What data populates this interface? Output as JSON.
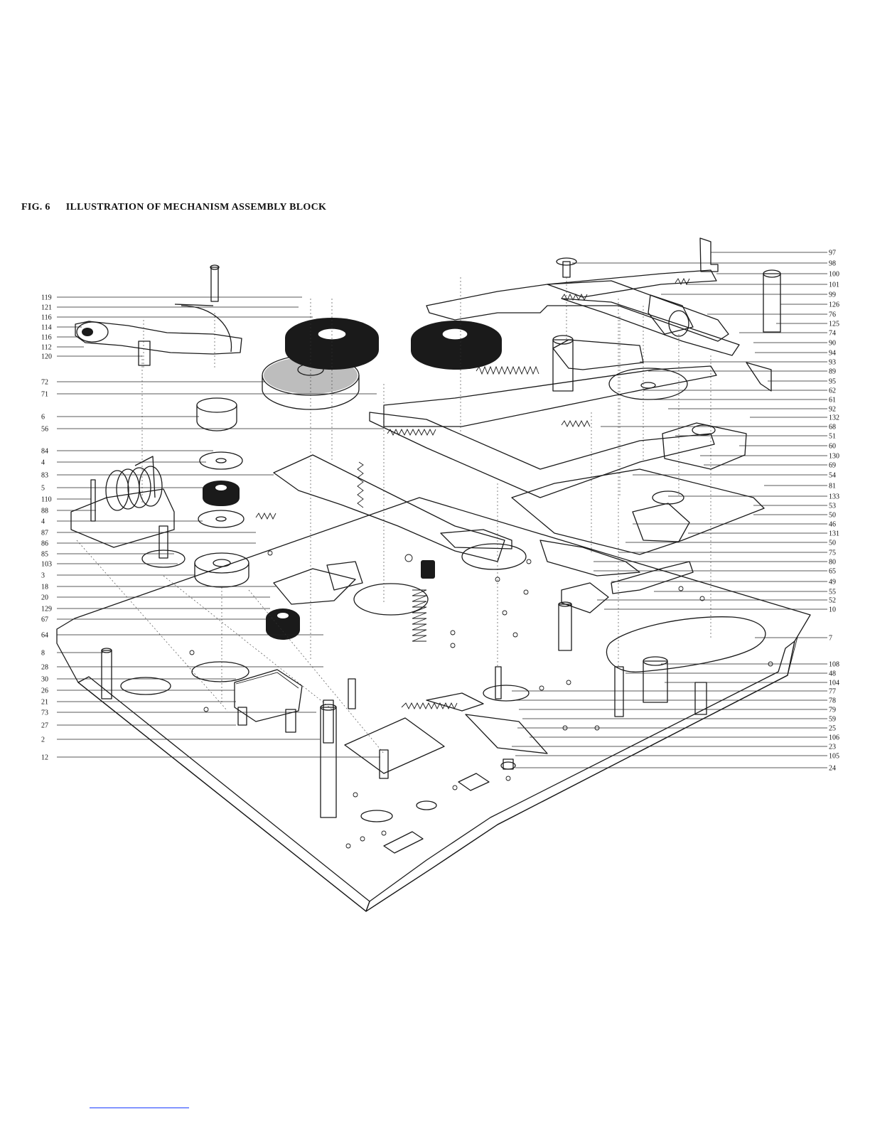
{
  "figure": {
    "number": "FIG. 6",
    "title": "ILLUSTRATION OF MECHANISM ASSEMBLY BLOCK"
  },
  "callouts_left": [
    "119",
    "121",
    "116",
    "114",
    "116",
    "112",
    "120",
    "72",
    "71",
    "6",
    "56",
    "84",
    "4",
    "83",
    "5",
    "110",
    "88",
    "4",
    "87",
    "86",
    "85",
    "103",
    "3",
    "18",
    "20",
    "129",
    "67",
    "64",
    "8",
    "28",
    "30",
    "26",
    "21",
    "73",
    "27",
    "2",
    "12"
  ],
  "callouts_right": [
    "97",
    "98",
    "100",
    "101",
    "99",
    "126",
    "76",
    "125",
    "74",
    "90",
    "94",
    "93",
    "89",
    "95",
    "62",
    "61",
    "92",
    "132",
    "68",
    "51",
    "60",
    "130",
    "69",
    "54",
    "81",
    "133",
    "53",
    "50",
    "46",
    "131",
    "50",
    "75",
    "80",
    "65",
    "49",
    "55",
    "52",
    "10",
    "7",
    "108",
    "48",
    "104",
    "77",
    "78",
    "79",
    "59",
    "25",
    "106",
    "23",
    "105",
    "24"
  ]
}
